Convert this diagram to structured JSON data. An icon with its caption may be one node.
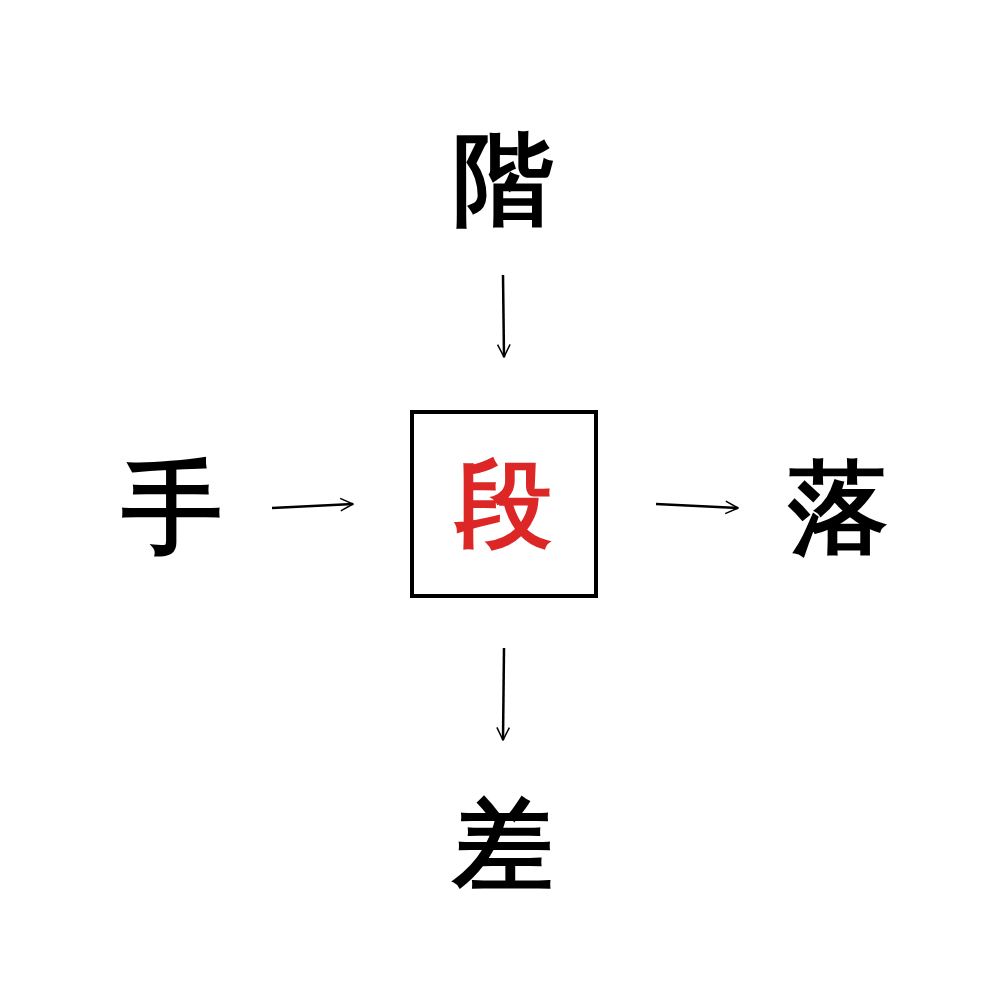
{
  "diagram": {
    "nodes": [
      {
        "text": [
          "階"
        ]
      },
      {
        "text": [
          "手"
        ]
      },
      {
        "text": [
          "段"
        ]
      },
      {
        "text": [
          "落"
        ]
      },
      {
        "text": [
          "差"
        ]
      }
    ],
    "edges": [
      {
        "from": 0,
        "to": 2,
        "arrow": "to"
      },
      {
        "from": 1,
        "to": 2,
        "arrow": "to"
      },
      {
        "from": 2,
        "to": 3,
        "arrow": "to"
      },
      {
        "from": 2,
        "to": 4,
        "arrow": "to"
      }
    ]
  }
}
